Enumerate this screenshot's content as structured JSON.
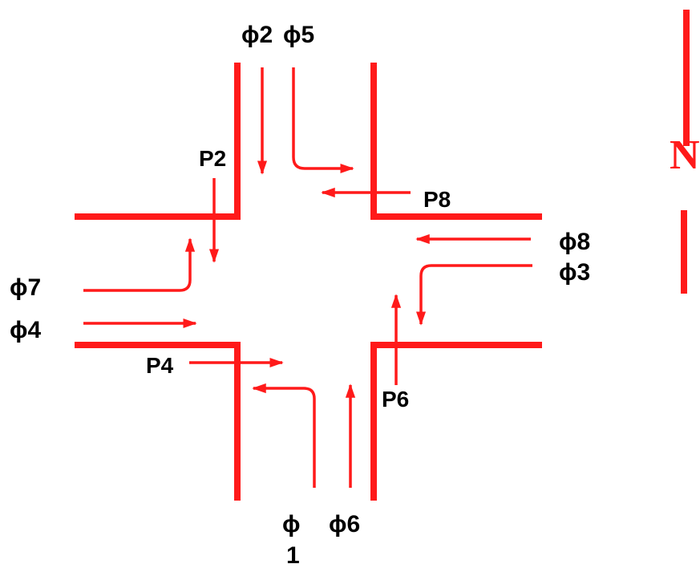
{
  "colors": {
    "road": "#ff1a1a",
    "arrow": "#ff1a1a",
    "text": "#000000"
  },
  "labels": {
    "phi2": "ϕ2",
    "phi5": "ϕ5",
    "p2": "P2",
    "p8": "P8",
    "phi8": "ϕ8",
    "phi3": "ϕ3",
    "phi7": "ϕ7",
    "phi4": "ϕ4",
    "p4": "P4",
    "p6": "P6",
    "phi1_symbol": "ϕ",
    "phi1_number": "1",
    "phi6": "ϕ6"
  },
  "north_arrow": {
    "label": "N"
  }
}
